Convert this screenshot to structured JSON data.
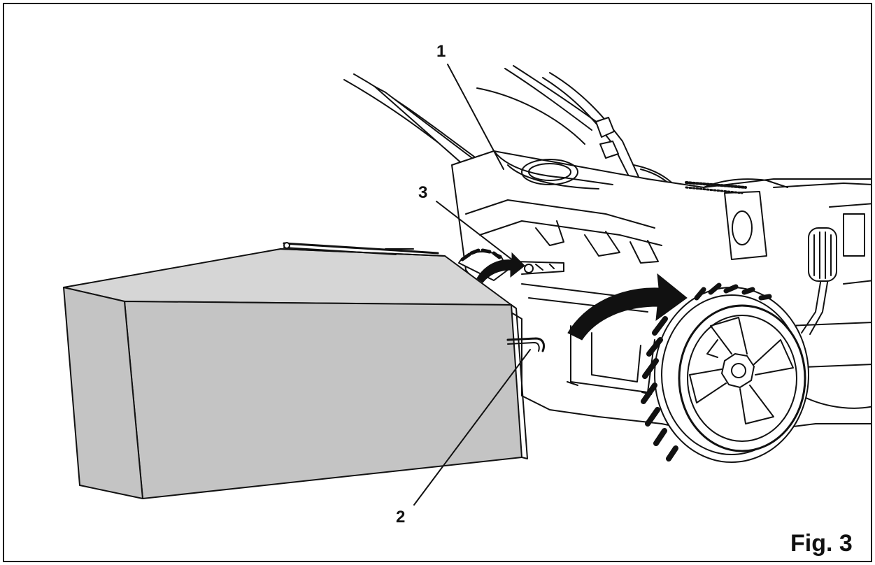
{
  "figure": {
    "label": "Fig. 3",
    "callouts": [
      {
        "id": "1",
        "text": "1"
      },
      {
        "id": "2",
        "text": "2"
      },
      {
        "id": "3",
        "text": "3"
      }
    ]
  },
  "colors": {
    "line": "#111111",
    "bag_fill": "#c4c4c4",
    "bag_top": "#d6d6d6",
    "background": "#ffffff"
  }
}
